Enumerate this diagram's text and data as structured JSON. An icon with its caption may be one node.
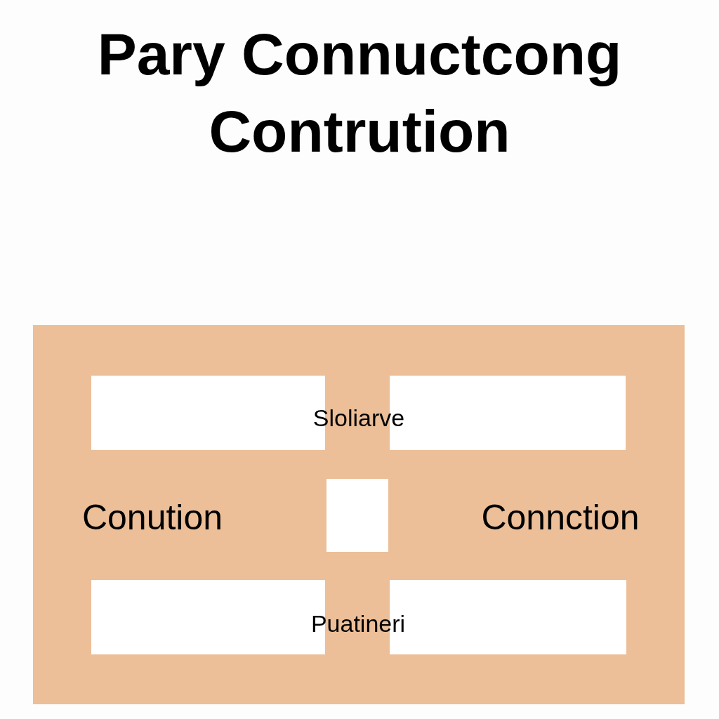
{
  "diagram": {
    "title": "Pary Connuctcong Contrution",
    "nodes": [
      {
        "text": [],
        "shape": "box"
      },
      {
        "text": [],
        "shape": "box",
        "in": 0
      },
      {
        "text": [],
        "shape": "box",
        "in": 0
      },
      {
        "text": [],
        "shape": "box",
        "in": 0
      },
      {
        "text": [],
        "shape": "box",
        "in": 0
      },
      {
        "text": [],
        "shape": "box",
        "in": 0
      }
    ],
    "edges": [],
    "labels": [
      "Sloliarve",
      "Conution",
      "Connction",
      "Puatineri"
    ]
  }
}
